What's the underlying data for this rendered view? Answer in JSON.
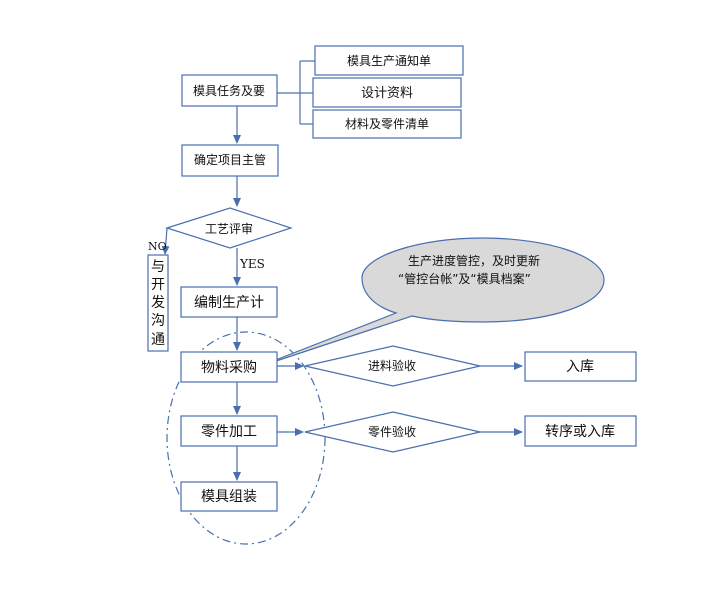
{
  "diagram": {
    "type": "flowchart",
    "nodes": {
      "task": "模具任务及要",
      "notice": "模具生产通知单",
      "design": "设计资料",
      "materials_list": "材料及零件清单",
      "manager": "确定项目主管",
      "review": "工艺评审",
      "plan": "编制生产计",
      "purchase": "物料采购",
      "machining": "零件加工",
      "assembly": "模具组装",
      "incoming_check": "进料验收",
      "parts_check": "零件验收",
      "storage": "入库",
      "transfer_or_storage": "转序或入库",
      "communicate_chars": [
        "与",
        "开",
        "发",
        "沟",
        "通"
      ]
    },
    "labels": {
      "no": "NO",
      "yes": "YES"
    },
    "callout": {
      "line1": "生产进度管控，及时更新",
      "line2": "“管控台帐”及“模具档案”"
    },
    "colors": {
      "stroke": "#4a6fb0",
      "callout_fill": "#d9d9d9",
      "dashed_ellipse": "#4a6fb0"
    }
  }
}
